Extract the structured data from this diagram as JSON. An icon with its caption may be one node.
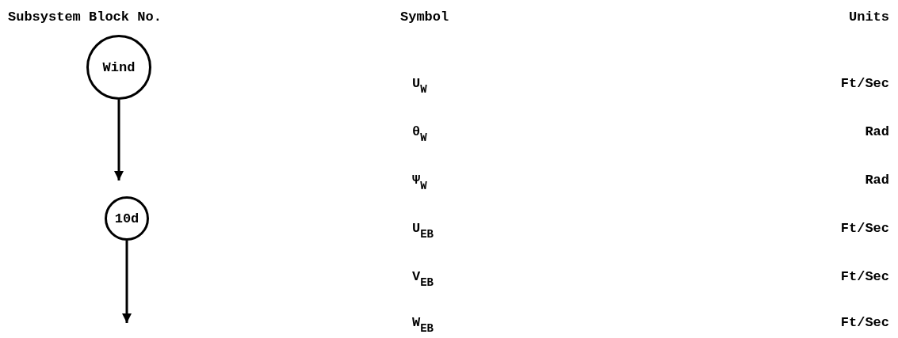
{
  "diagram": {
    "nodes": [
      {
        "text": [
          "Wind"
        ]
      },
      {
        "text": [
          "10d"
        ]
      }
    ],
    "edges": [
      {
        "from": 0,
        "to": 1,
        "arrow": "to"
      },
      {
        "from": 1,
        "to": null,
        "arrow": "to"
      }
    ],
    "labels": [
      "Subsystem Block No.",
      "Symbol",
      "Units",
      "U$_{W}$",
      "Ft/Sec",
      "θ$_{W}$",
      "Rad",
      "Ψ$_{W}$",
      "Rad",
      "U$_{EB}$",
      "Ft/Sec",
      "V$_{EB}$",
      "Ft/Sec",
      "W$_{EB}$",
      "Ft/Sec"
    ]
  }
}
